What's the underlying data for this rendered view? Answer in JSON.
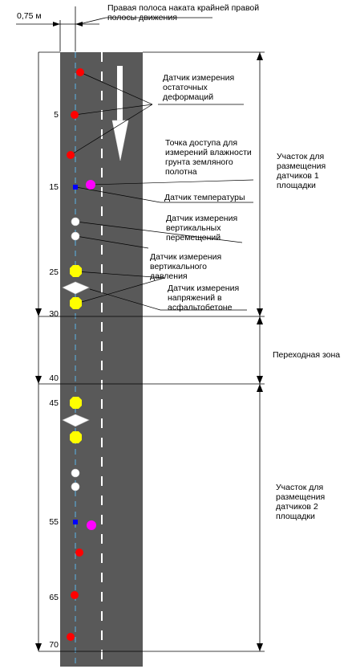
{
  "colors": {
    "road": "#595959",
    "centerline": "#5aa0c8",
    "lane_mark": "#ffffff",
    "residual_sensor": "#ff0000",
    "moisture_point": "#ff00ff",
    "temperature_sensor": "#0000ff",
    "displacement_sensor": "#ffffff",
    "pressure_sensor": "#ffff00",
    "strain_sensor": "#ffffff"
  },
  "icons": [
    "traffic-direction-arrow-icon",
    "strain-gauge-diamond-icon"
  ],
  "header": {
    "width_label": "0,75 м",
    "lane_label": "Правая полоса наката крайней правой\nполосы движения"
  },
  "stations": [
    "5",
    "15",
    "25",
    "30",
    "40",
    "45",
    "55",
    "65",
    "70"
  ],
  "sensor_labels": {
    "residual": "Датчик измерения\nостаточных\nдеформаций",
    "moisture": "Точка доступа для\nизмерений влажности\nгрунта земляного\nполотна",
    "temperature": "Датчик температуры",
    "displacement": "Датчик измерения\nвертикальных\nперемещений",
    "pressure": "Датчик измерения\nвертикального\nдавления",
    "strain": "Датчик измерения\nнапряжений в\nасфальтобетоне"
  },
  "zones": {
    "zone1": "Участок для\nразмещения\nдатчиков 1\nплощадки",
    "transition": "Переходная зона",
    "zone2": "Участок для\nразмещения\nдатчиков 2\nплощадки"
  }
}
